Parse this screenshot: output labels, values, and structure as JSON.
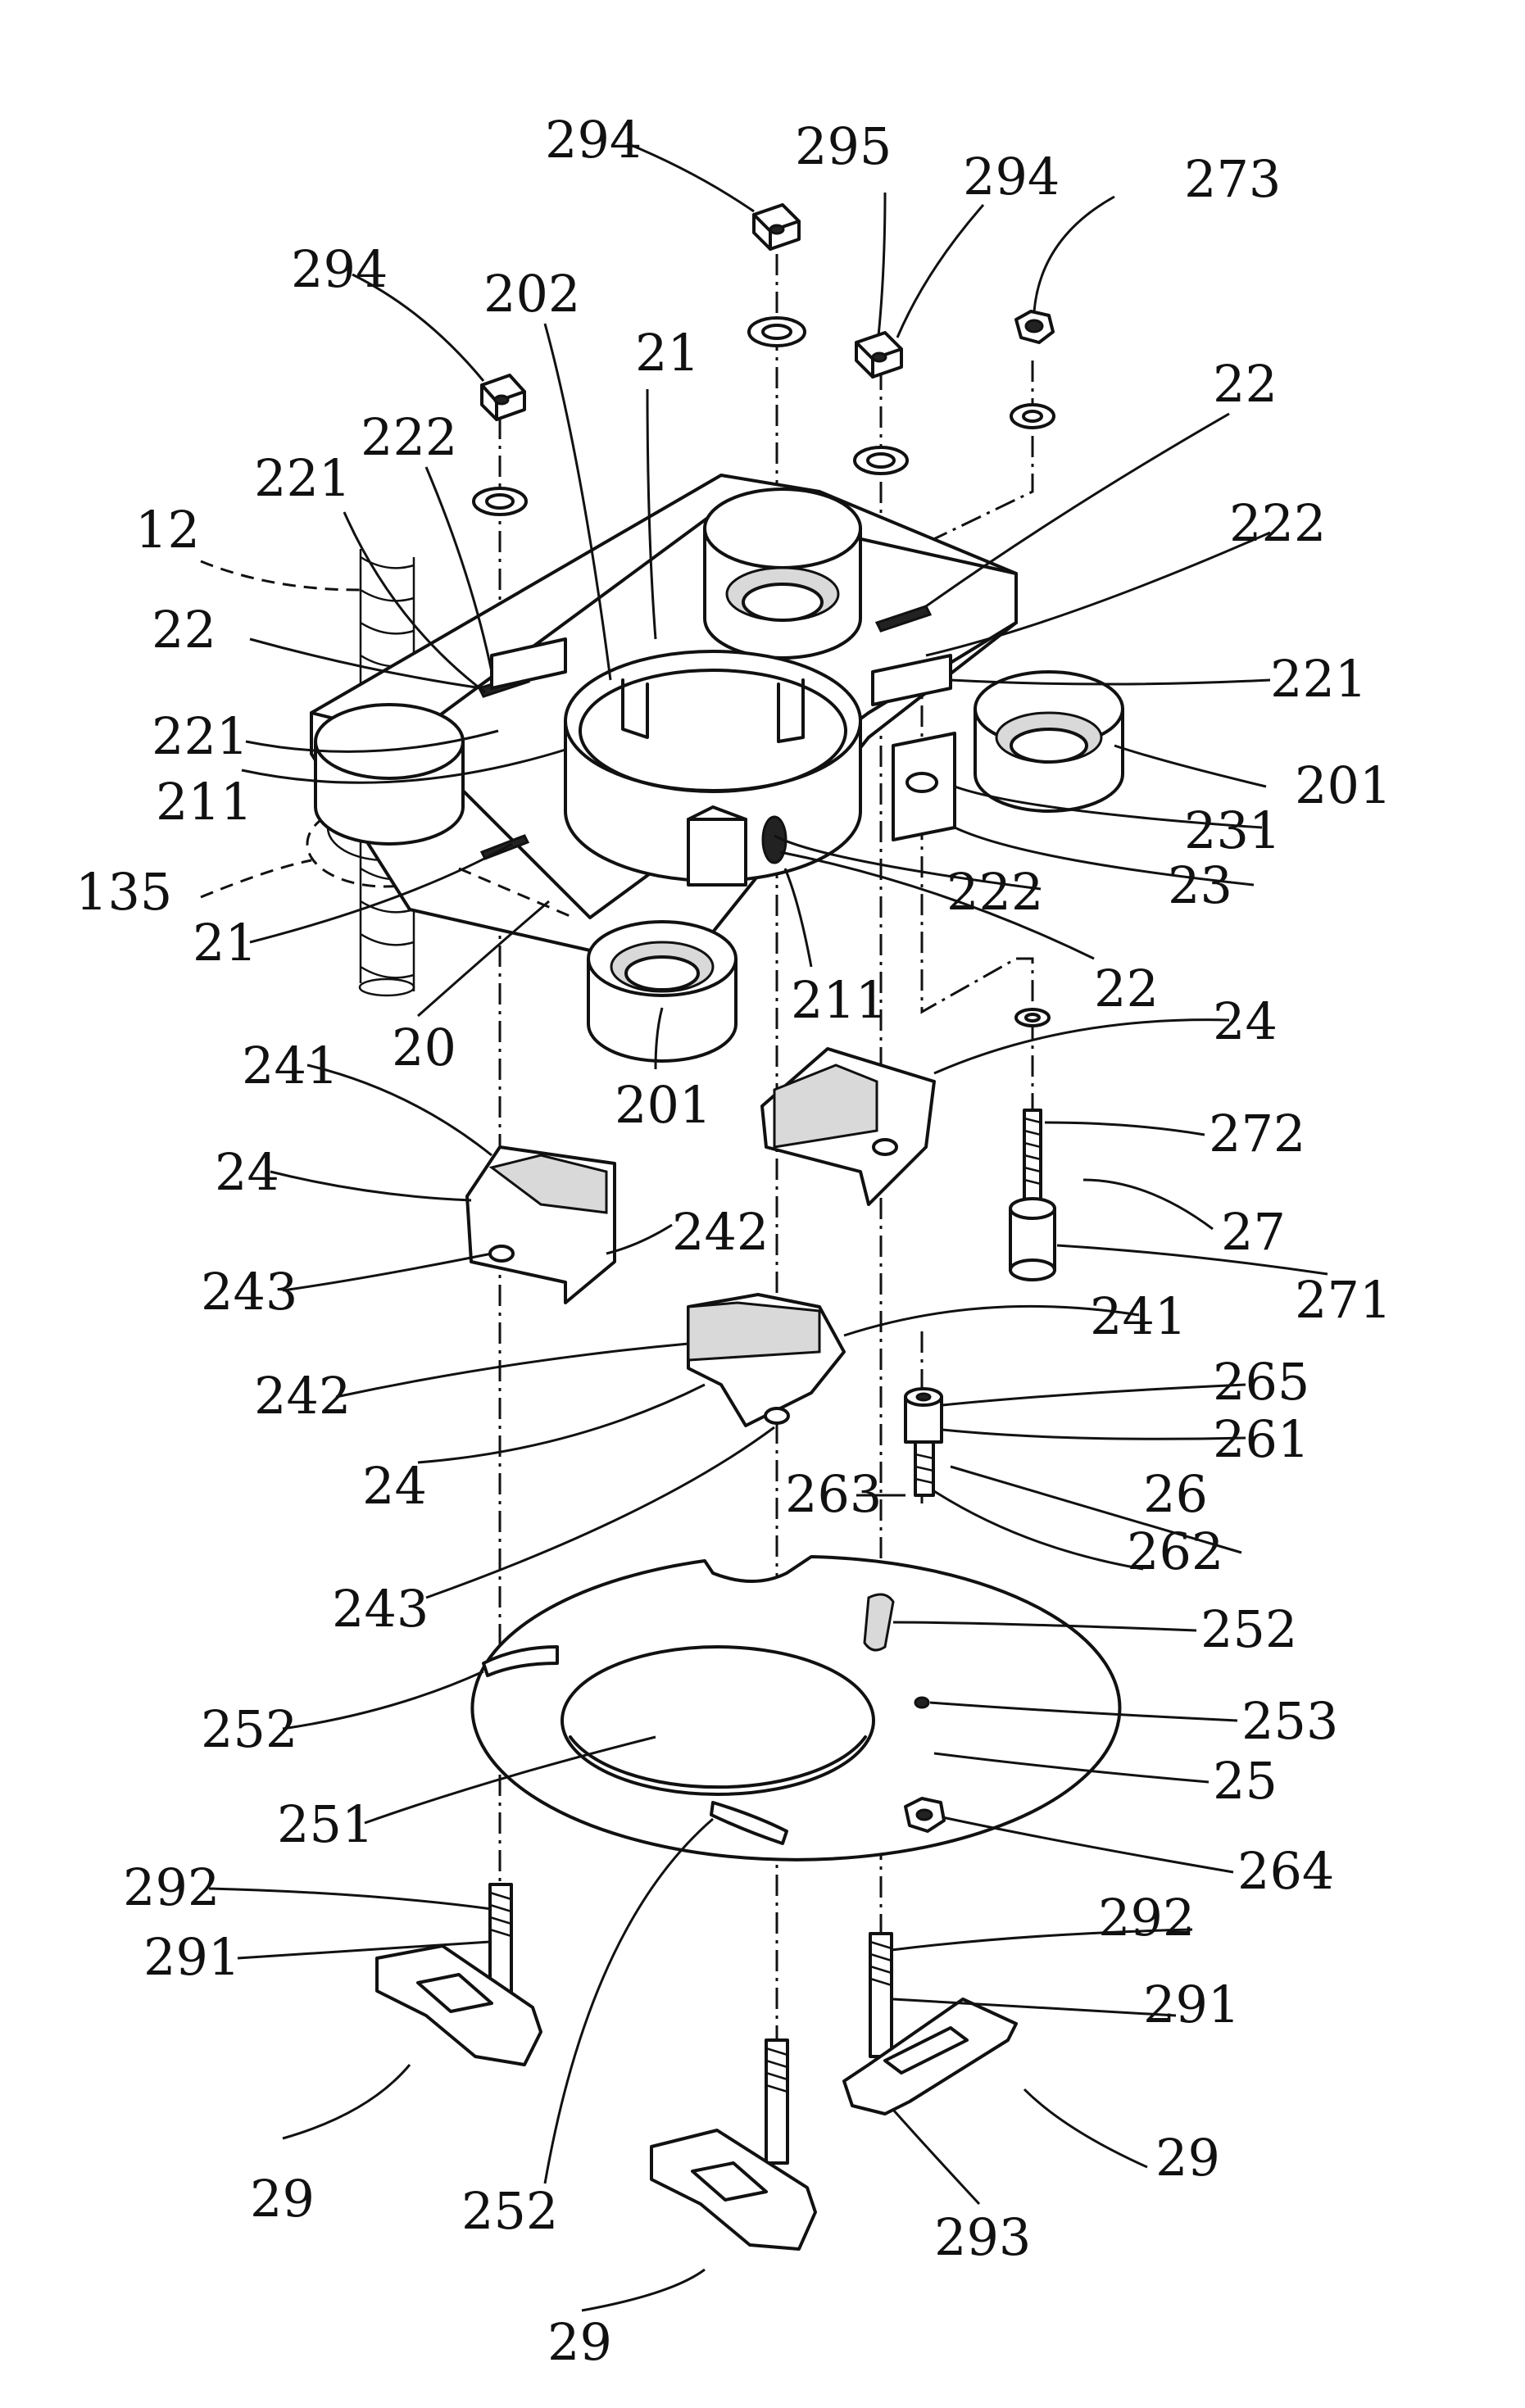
{
  "diagram": {
    "labels": [
      {
        "id": "l294a",
        "text": "294"
      },
      {
        "id": "l294b",
        "text": "294"
      },
      {
        "id": "l295",
        "text": "295"
      },
      {
        "id": "l294c",
        "text": "294"
      },
      {
        "id": "l273",
        "text": "273"
      },
      {
        "id": "l202",
        "text": "202"
      },
      {
        "id": "l21a",
        "text": "21"
      },
      {
        "id": "l22a",
        "text": "22"
      },
      {
        "id": "l222a",
        "text": "222"
      },
      {
        "id": "l221a",
        "text": "221"
      },
      {
        "id": "l12",
        "text": "12"
      },
      {
        "id": "l22b",
        "text": "22"
      },
      {
        "id": "l222b",
        "text": "222"
      },
      {
        "id": "l221b",
        "text": "221"
      },
      {
        "id": "l221c",
        "text": "221"
      },
      {
        "id": "l211a",
        "text": "211"
      },
      {
        "id": "l201a",
        "text": "201"
      },
      {
        "id": "l231",
        "text": "231"
      },
      {
        "id": "l23",
        "text": "23"
      },
      {
        "id": "l135",
        "text": "135"
      },
      {
        "id": "l222c",
        "text": "222"
      },
      {
        "id": "l21b",
        "text": "21"
      },
      {
        "id": "l22c",
        "text": "22"
      },
      {
        "id": "l211b",
        "text": "211"
      },
      {
        "id": "l20",
        "text": "20"
      },
      {
        "id": "l201b",
        "text": "201"
      },
      {
        "id": "l24a",
        "text": "24"
      },
      {
        "id": "l241a",
        "text": "241"
      },
      {
        "id": "l272",
        "text": "272"
      },
      {
        "id": "l24b",
        "text": "24"
      },
      {
        "id": "l242a",
        "text": "242"
      },
      {
        "id": "l27",
        "text": "27"
      },
      {
        "id": "l243a",
        "text": "243"
      },
      {
        "id": "l271",
        "text": "271"
      },
      {
        "id": "l241b",
        "text": "241"
      },
      {
        "id": "l265",
        "text": "265"
      },
      {
        "id": "l242b",
        "text": "242"
      },
      {
        "id": "l261",
        "text": "261"
      },
      {
        "id": "l24c",
        "text": "24"
      },
      {
        "id": "l26",
        "text": "26"
      },
      {
        "id": "l263",
        "text": "263"
      },
      {
        "id": "l262",
        "text": "262"
      },
      {
        "id": "l243b",
        "text": "243"
      },
      {
        "id": "l252a",
        "text": "252"
      },
      {
        "id": "l252b",
        "text": "252"
      },
      {
        "id": "l253",
        "text": "253"
      },
      {
        "id": "l25",
        "text": "25"
      },
      {
        "id": "l251",
        "text": "251"
      },
      {
        "id": "l264",
        "text": "264"
      },
      {
        "id": "l292a",
        "text": "292"
      },
      {
        "id": "l292b",
        "text": "292"
      },
      {
        "id": "l291a",
        "text": "291"
      },
      {
        "id": "l291b",
        "text": "291"
      },
      {
        "id": "l29a",
        "text": "29"
      },
      {
        "id": "l252c",
        "text": "252"
      },
      {
        "id": "l29b",
        "text": "29"
      },
      {
        "id": "l293",
        "text": "293"
      },
      {
        "id": "l29c",
        "text": "29"
      }
    ]
  }
}
